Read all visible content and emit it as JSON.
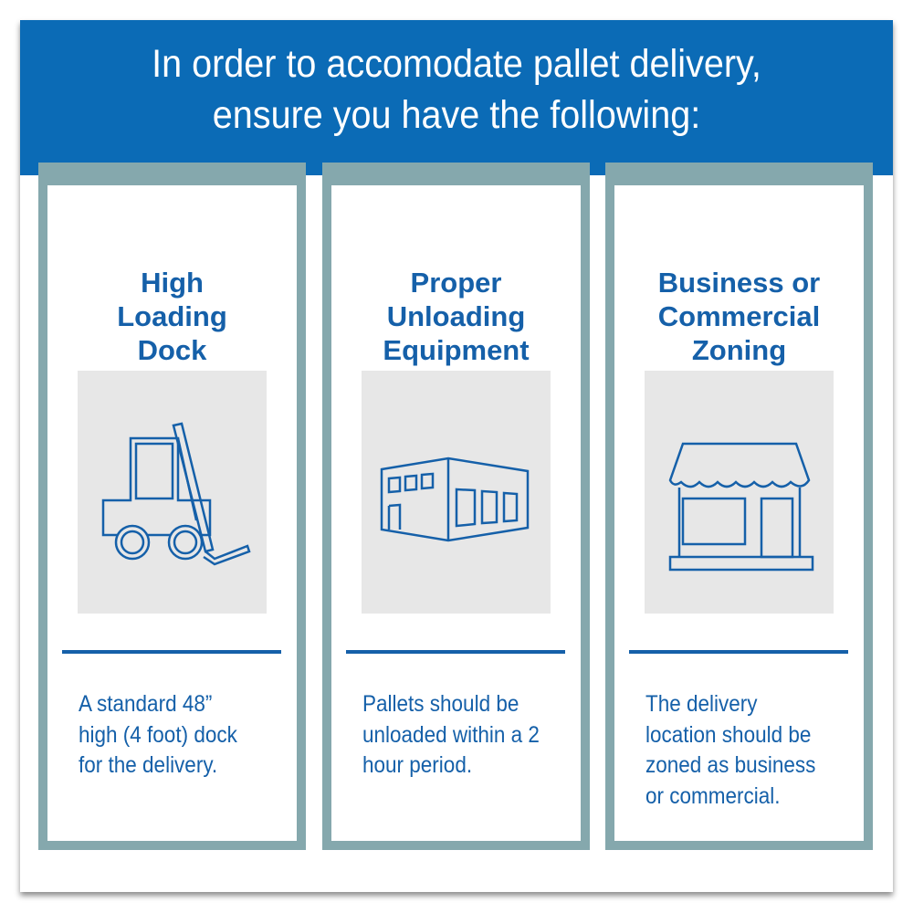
{
  "header": {
    "title_lines": [
      "In order to accomodate pallet delivery,",
      "ensure you have the following:"
    ]
  },
  "cards": [
    {
      "title_lines": [
        "High",
        "Loading",
        "Dock"
      ],
      "icon": "forklift-icon",
      "description_lines": [
        "A standard 48”",
        "high (4 foot) dock",
        "for the delivery."
      ]
    },
    {
      "title_lines": [
        "Proper",
        "Unloading",
        "Equipment"
      ],
      "icon": "warehouse-icon",
      "description_lines": [
        "Pallets should be",
        "unloaded within a 2",
        "hour period."
      ]
    },
    {
      "title_lines": [
        "Business or",
        "Commercial",
        "Zoning"
      ],
      "icon": "storefront-icon",
      "description_lines": [
        "The delivery",
        "location should be",
        "zoned as business",
        "or commercial."
      ]
    }
  ],
  "colors": {
    "header_blue": "#0b6bb6",
    "text_blue": "#1560a9",
    "card_border": "#85a8ad",
    "image_bg": "#e7e7e7"
  }
}
